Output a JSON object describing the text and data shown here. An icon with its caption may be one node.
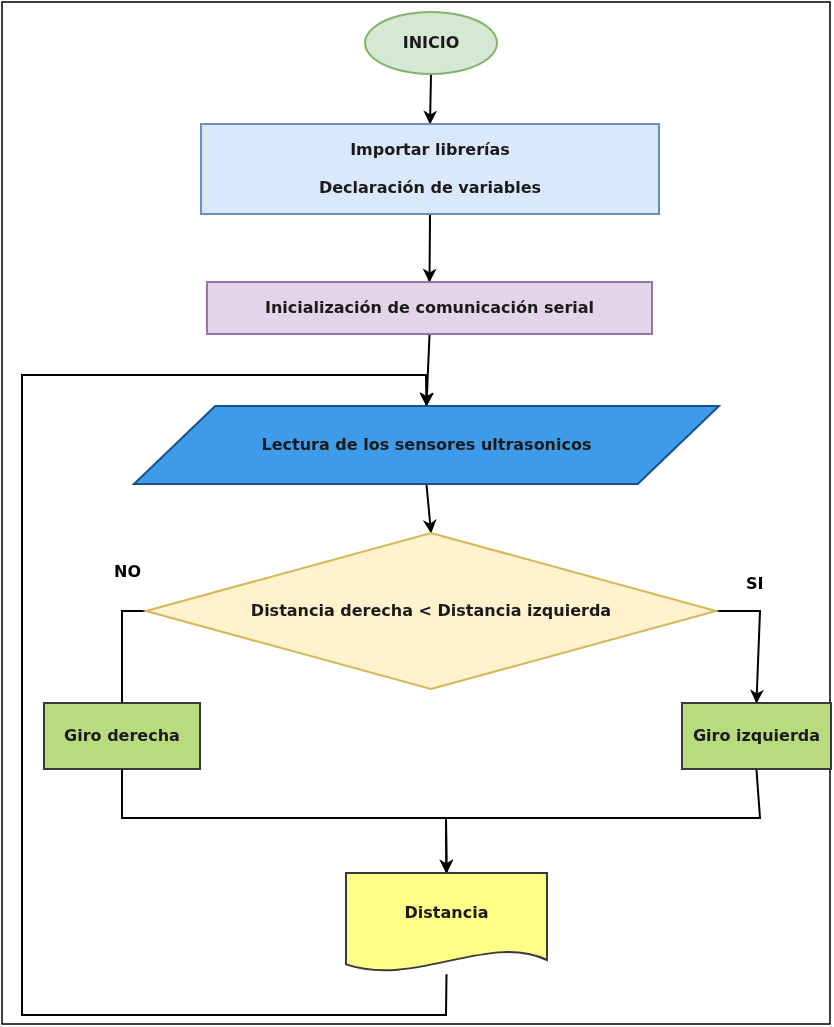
{
  "diagram": {
    "nodes": [
      {
        "text": [
          "INICIO"
        ]
      },
      {
        "text": [
          "Importar librerías",
          "Declaración de variables"
        ]
      },
      {
        "text": [
          "Inicialización de comunicación serial"
        ]
      },
      {
        "text": [
          "Lectura de los sensores ultrasonicos"
        ]
      },
      {
        "text": [
          "Distancia derecha < Distancia izquierda"
        ]
      },
      {
        "text": [
          "Giro derecha"
        ]
      },
      {
        "text": [
          "Giro izquierda"
        ]
      },
      {
        "text": [
          "Distancia"
        ]
      }
    ],
    "edges": [
      {
        "from": 0,
        "to": 1,
        "arrow": "to"
      },
      {
        "from": 1,
        "to": 2,
        "arrow": "to"
      },
      {
        "from": 2,
        "to": 3,
        "arrow": "to"
      },
      {
        "from": 3,
        "to": 4,
        "arrow": "to"
      },
      {
        "from": 4,
        "to": 5,
        "arrow": "none",
        "label": "NO"
      },
      {
        "from": 4,
        "to": 6,
        "arrow": "to",
        "label": "SI"
      },
      {
        "from": 5,
        "to": 7,
        "arrow": "to"
      },
      {
        "from": 6,
        "to": 7,
        "arrow": "to"
      },
      {
        "from": 7,
        "to": 3,
        "arrow": "to"
      }
    ]
  }
}
